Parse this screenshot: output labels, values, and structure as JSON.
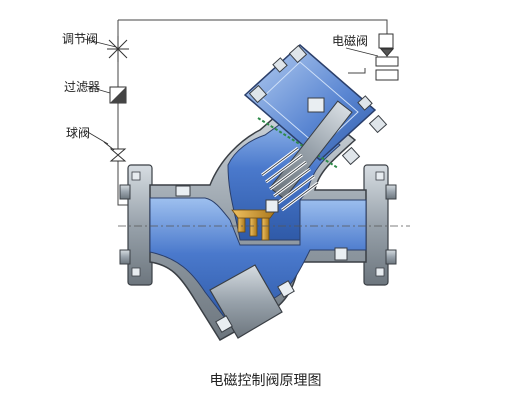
{
  "labels": {
    "regulating_valve": "调节阀",
    "filter": "过滤器",
    "ball_valve": "球阀",
    "solenoid_valve": "电磁阀"
  },
  "caption": "电磁控制阀原理图",
  "colors": {
    "body_blue": "#3f6fc4",
    "body_blue_light": "#8fb3e6",
    "metal_gray": "#9aa4ad",
    "metal_dark": "#5b646c",
    "brass": "#c8962a",
    "outline": "#3a3f45"
  }
}
